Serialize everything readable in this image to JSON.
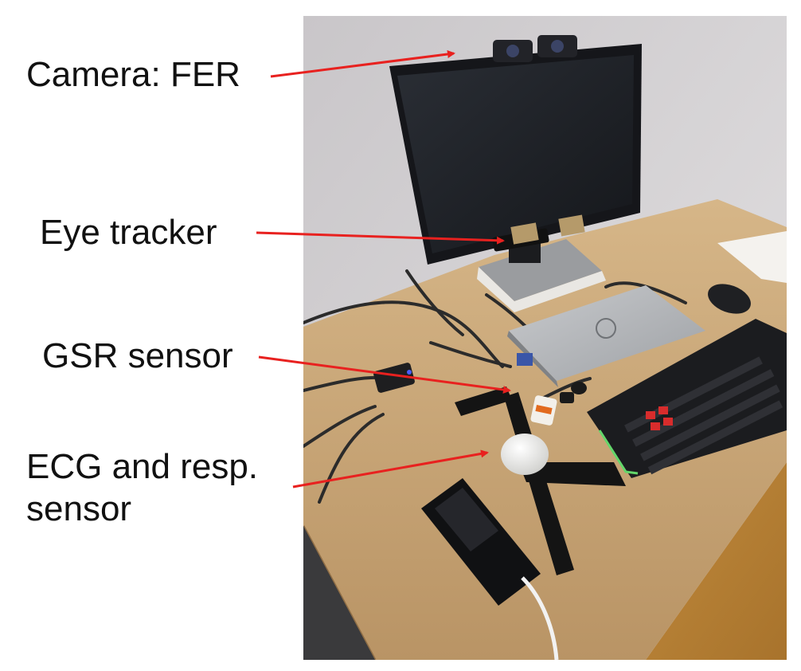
{
  "labels": {
    "camera": "Camera: FER",
    "eye_tracker": "Eye tracker",
    "gsr": "GSR sensor",
    "ecg_line1": "ECG and resp.",
    "ecg_line2": "sensor"
  },
  "colors": {
    "arrow": "#e8211f",
    "wall": "#d9d6d8",
    "desk": "#c9a676",
    "floor": "#b88438",
    "monitor": "#1c1f24",
    "laptop": "#b7b9bc",
    "keyboard": "#1b1c1f",
    "keycap_red": "#d82c2c",
    "phone": "#101113",
    "sensor": "#f2f2f0",
    "strap": "#141414"
  }
}
